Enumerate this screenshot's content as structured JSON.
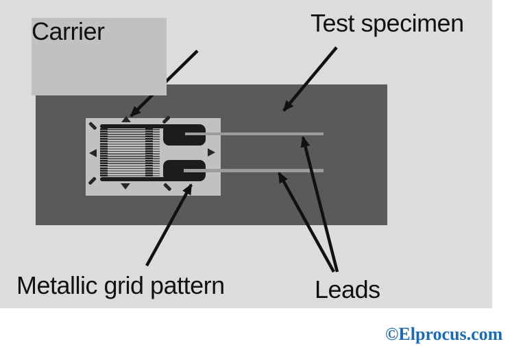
{
  "labels": {
    "carrier": "Carrier",
    "test_specimen": "Test specimen",
    "metallic_grid_pattern": "Metallic grid pattern",
    "leads": "Leads"
  },
  "watermark": {
    "text": "©Elprocus.com"
  },
  "colors": {
    "background": "#ffffff",
    "canvas": "#dcdcdc",
    "specimen": "#5a5a5a",
    "carrier": "#c1c1c1",
    "gauge_dark": "#1c1c1c",
    "grid_line": "#3c3c3c",
    "lead": "#9c9c9c",
    "label_text": "#111111",
    "watermark_blue": "#1a6ab5",
    "arrow": "#111111"
  }
}
